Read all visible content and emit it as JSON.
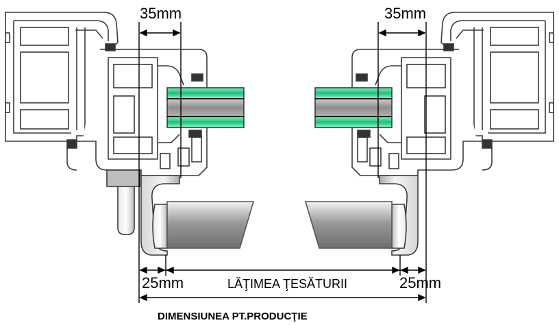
{
  "labels": {
    "top_left": "35mm",
    "top_right": "35mm",
    "bottom_left": "25mm",
    "bottom_right": "25mm",
    "fabric_width": "LĂŢIMEA ŢESĂTURII",
    "production_dimension": "DIMENSIUNEA PT.PRODUCŢIE"
  },
  "colors": {
    "frame_stroke": "#3a3a3a",
    "frame_fill": "#ffffff",
    "glass_green": "#2ecc8a",
    "glass_grey": "#9a9a9a",
    "roller_grey": "#8c8c8c",
    "cassette_grey": "#c8c8c8"
  }
}
